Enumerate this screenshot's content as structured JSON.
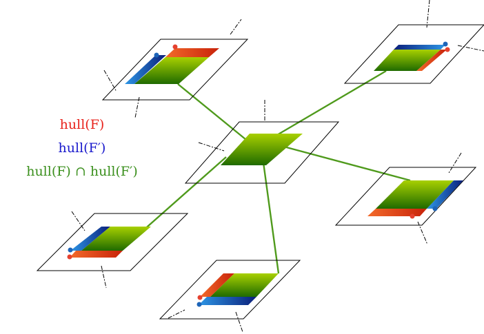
{
  "legend": {
    "hull_f": {
      "label": "hull(F)",
      "color": "#e8231c"
    },
    "hull_f2": {
      "label": "hull(F′)",
      "color": "#1a1acc"
    },
    "intersection": {
      "label": "hull(F) ∩ hull(F′)",
      "color": "#3a8f1c"
    }
  },
  "colors": {
    "link": "#4f9a1c",
    "green_light": "#a8d000",
    "green_dark": "#1f6a00",
    "orange_light": "#f26a2a",
    "orange_dark": "#c8220a",
    "blue_light": "#2d96e6",
    "blue_dark": "#0b1f7a",
    "red_dot": "#e5412f",
    "blue_dot": "#1d64b8"
  }
}
